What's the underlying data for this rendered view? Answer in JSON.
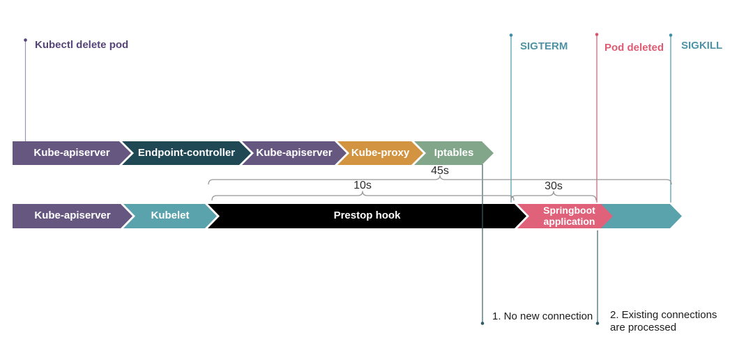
{
  "markers": {
    "kubectl": {
      "label": "Kubectl delete pod",
      "color": "#564579"
    },
    "sigterm": {
      "label": "SIGTERM",
      "color": "#4E93A5"
    },
    "pod_deleted": {
      "label": "Pod deleted",
      "color": "#DE5C73"
    },
    "sigkill": {
      "label": "SIGKILL",
      "color": "#4E93A5"
    }
  },
  "durations": {
    "total": "45s",
    "prestop": "10s",
    "grace": "30s"
  },
  "rows": {
    "control_plane": {
      "segments": [
        {
          "label": "Kube-apiserver",
          "color": "#665781"
        },
        {
          "label": "Endpoint-controller",
          "color": "#1F4754"
        },
        {
          "label": "Kube-apiserver",
          "color": "#665781"
        },
        {
          "label": "Kube-proxy",
          "color": "#D29440"
        },
        {
          "label": "Iptables",
          "color": "#81A689"
        }
      ]
    },
    "node": {
      "segments": [
        {
          "label": "Kube-apiserver",
          "color": "#665781"
        },
        {
          "label": "Kubelet",
          "color": "#5AA3AD"
        },
        {
          "label": "Prestop hook",
          "color": "#000000"
        },
        {
          "label": "Springboot application",
          "color": "#E0617A"
        },
        {
          "label": "",
          "color": "#5AA3AD"
        }
      ]
    }
  },
  "annotations": {
    "note1": "1. No new connection",
    "note2": "2. Existing connections are processed"
  },
  "colors": {
    "bracket": "#979797",
    "line_teal": "#55A1B1",
    "line_pink": "#DC6479",
    "line_dark": "#35616D",
    "line_purple": "#9B93AD",
    "dot_purple": "#564579",
    "dot_teal": "#3D8FA1",
    "dot_pink": "#D4556C",
    "dot_dark": "#2F5A66"
  }
}
